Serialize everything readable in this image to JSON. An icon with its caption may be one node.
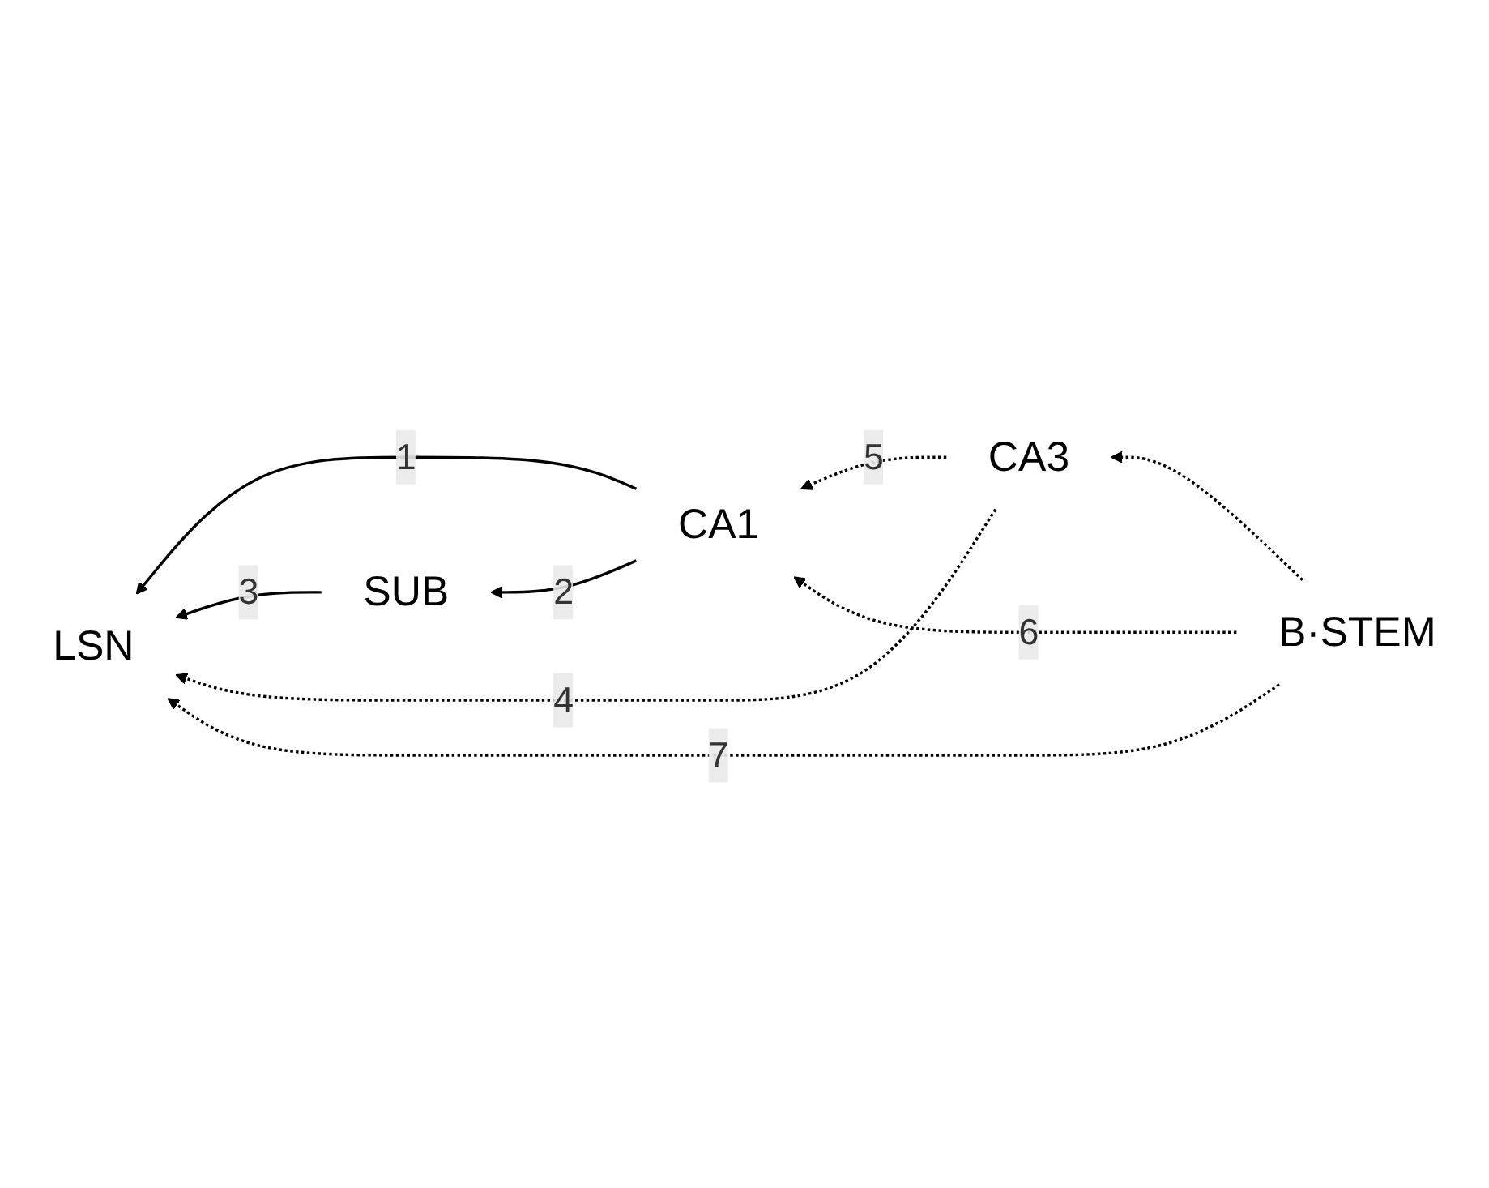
{
  "diagram": {
    "nodes": [
      {
        "text": [
          "SUB"
        ]
      },
      {
        "text": [
          "CA1"
        ]
      },
      {
        "text": [
          "CA3"
        ]
      },
      {
        "text": [
          "LSN"
        ]
      },
      {
        "text": [
          "B·STEM"
        ]
      }
    ],
    "edges": [
      {
        "from": 1,
        "to": 3,
        "arrow": "to",
        "label": "1"
      },
      {
        "from": 1,
        "to": 0,
        "arrow": "to",
        "label": "2"
      },
      {
        "from": 0,
        "to": 3,
        "arrow": "to",
        "label": "3"
      },
      {
        "from": 2,
        "to": 3,
        "arrow": "to",
        "label": "4",
        "style": "dashed"
      },
      {
        "from": 2,
        "to": 1,
        "arrow": "to",
        "label": "5",
        "style": "dashed"
      },
      {
        "from": 4,
        "to": 1,
        "arrow": "to",
        "label": "6",
        "style": "dashed"
      },
      {
        "from": 4,
        "to": 2,
        "arrow": "to",
        "style": "dashed"
      },
      {
        "from": 4,
        "to": 3,
        "arrow": "to",
        "label": "7",
        "style": "dashed"
      }
    ]
  }
}
